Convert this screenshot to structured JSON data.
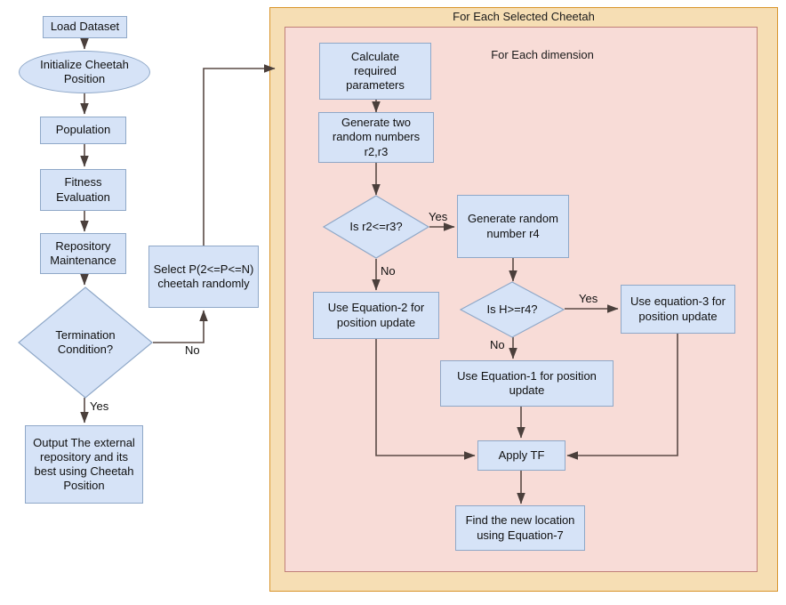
{
  "diagram": {
    "title": "Cheetah Optimizer Flowchart",
    "colors": {
      "node_fill": "#D6E3F7",
      "node_stroke": "#8FA8C8",
      "outer_panel_fill": "#F6DEB4",
      "outer_panel_stroke": "#D9952B",
      "inner_panel_fill": "#F8DCD7",
      "inner_panel_stroke": "#C08078",
      "edge_stroke": "#5A4A45",
      "text": "#101010"
    }
  },
  "panels": {
    "outer_label": "For Each Selected Cheetah",
    "inner_label": "For Each dimension"
  },
  "main_flow": {
    "load_dataset": "Load Dataset",
    "initialize": "Initialize Cheetah Position",
    "population": "Population",
    "fitness": "Fitness Evaluation",
    "repository": "Repository Maintenance",
    "termination": "Termination Condition?",
    "output": "Output The external repository and its best using Cheetah Position",
    "select": "Select P(2<=P<=N) cheetah randomly"
  },
  "loop_flow": {
    "calculate": "Calculate required parameters",
    "generate_r2r3": "Generate two random numbers r2,r3",
    "is_r2_le_r3": "Is r2<=r3?",
    "generate_r4": "Generate random number r4",
    "is_h_ge_r4": "Is H>=r4?",
    "equation2": "Use Equation-2 for position update",
    "equation3": "Use equation-3 for position update",
    "equation1": "Use Equation-1 for position update",
    "apply_tf": "Apply TF",
    "find_location": "Find the new location using Equation-7"
  },
  "edge_labels": {
    "termination_no": "No",
    "termination_yes": "Yes",
    "r2r3_yes": "Yes",
    "r2r3_no": "No",
    "h_r4_yes": "Yes",
    "h_r4_no": "No"
  }
}
